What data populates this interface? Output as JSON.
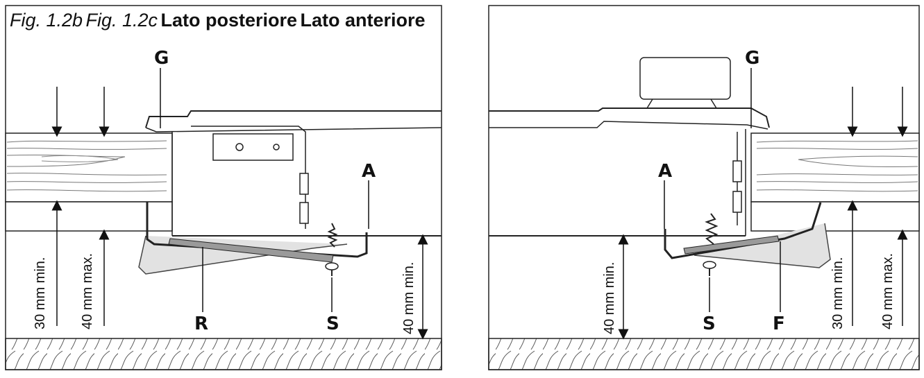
{
  "caption": {
    "fig_b": "Fig. 1.2b",
    "fig_c": "Fig. 1.2c",
    "side_back": "Lato posteriore",
    "side_front": "Lato anteriore"
  },
  "left_panel": {
    "labels": {
      "G": "G",
      "A": "A",
      "R": "R",
      "S": "S"
    },
    "dims": {
      "d30": "30 mm min.",
      "d40max": "40 mm max.",
      "d40min": "40 mm min."
    }
  },
  "right_panel": {
    "labels": {
      "G": "G",
      "A": "A",
      "S": "S",
      "F": "F"
    },
    "dims": {
      "d40min": "40 mm min.",
      "d30": "30 mm min.",
      "d40max": "40 mm max."
    }
  },
  "colors": {
    "ink": "#111111",
    "gray_part": "#9a9a9a",
    "light_part": "#d4d4d4"
  }
}
